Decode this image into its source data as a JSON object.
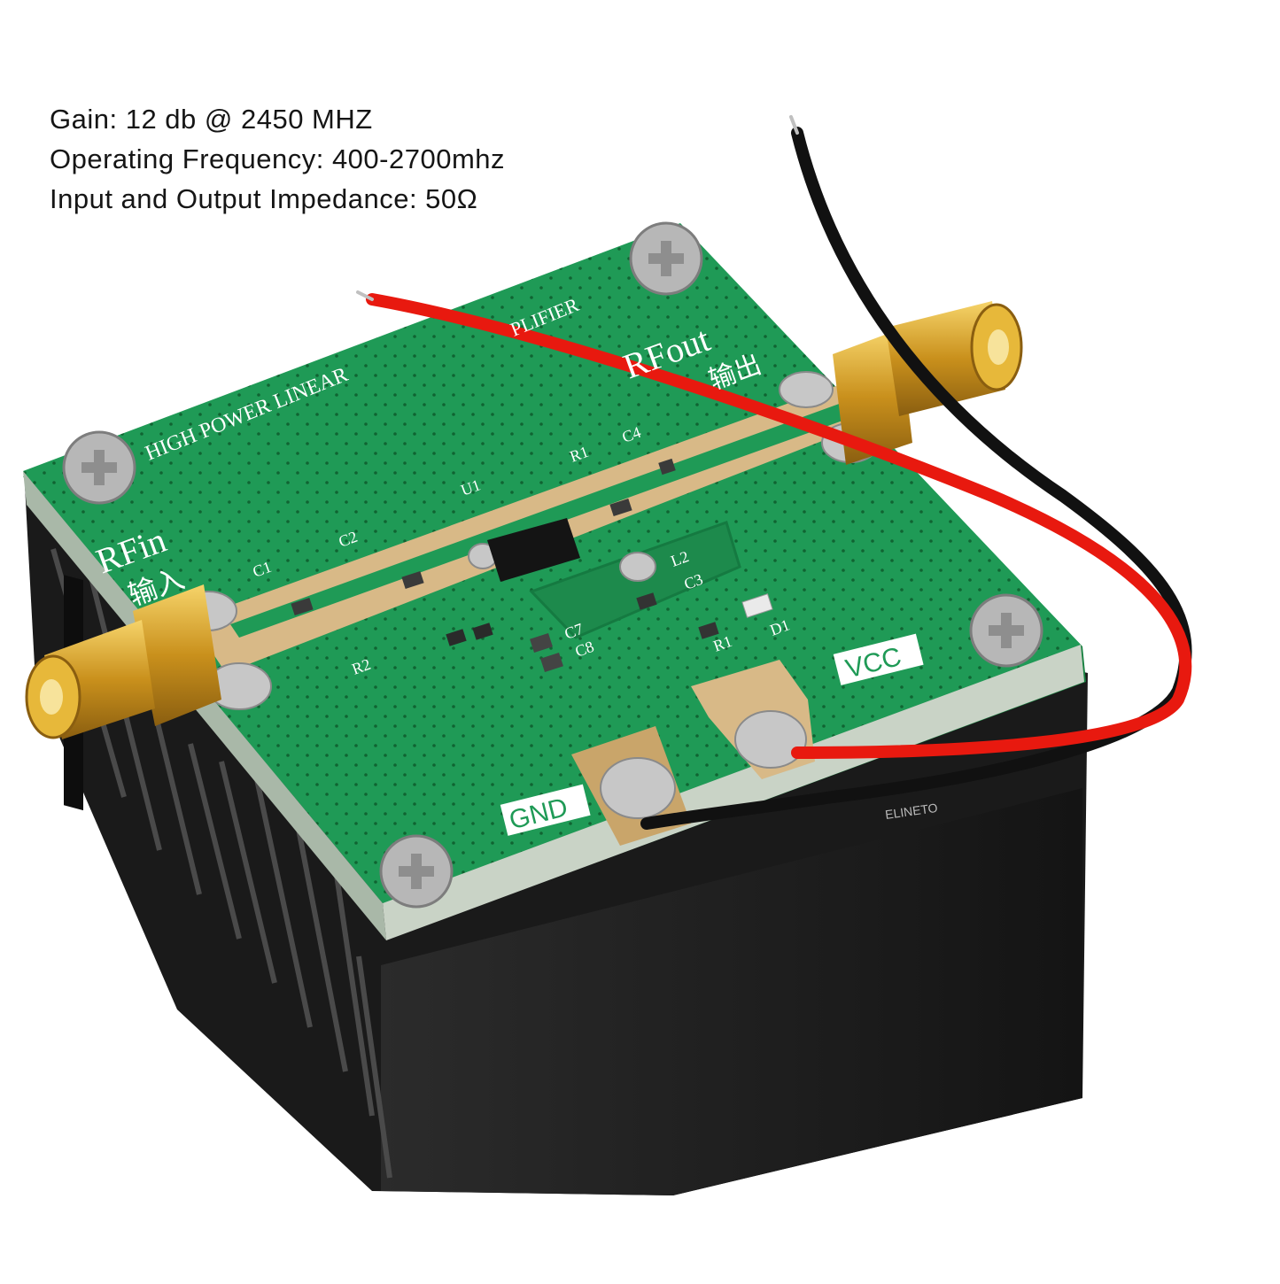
{
  "specs": [
    "Gain: 12 db @ 2450 MHZ",
    "Operating Frequency: 400-2700mhz",
    "Input and Output Impedance: 50Ω"
  ],
  "board": {
    "title_left": "HIGH POWER LINEAR",
    "title_right": "PLIFIER",
    "rf_in": "RFin",
    "rf_in_cn": "输入",
    "rf_out": "RFout",
    "rf_out_cn": "输出",
    "vcc": "VCC",
    "gnd": "GND",
    "components": [
      "C1",
      "C2",
      "U1",
      "R1",
      "C4",
      "L2",
      "C3",
      "C7",
      "C8",
      "R1",
      "D1",
      "R2"
    ]
  },
  "wire_print": "ELINETO",
  "colors": {
    "pcb": "#1f9a56",
    "pcb_dark": "#157a41",
    "trace": "#d8b987",
    "heatsink": "#1b1b1b",
    "wire_red": "#e8190f",
    "wire_black": "#111111",
    "gold": "#d9a523"
  }
}
